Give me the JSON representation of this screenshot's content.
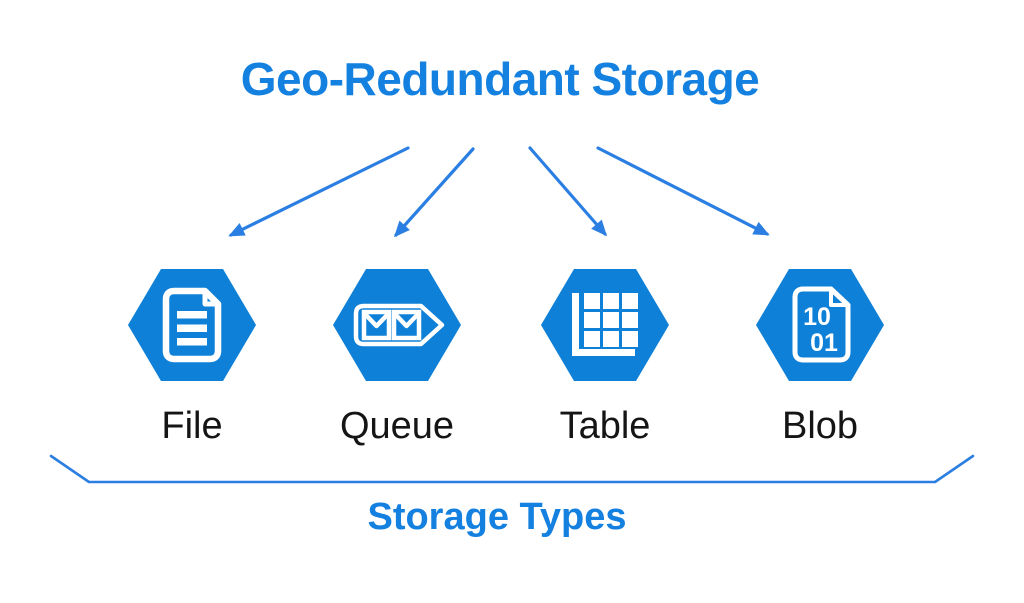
{
  "title": "Geo-Redundant Storage",
  "storage_types": [
    {
      "label": "File",
      "icon": "file-document-icon"
    },
    {
      "label": "Queue",
      "icon": "queue-messages-icon"
    },
    {
      "label": "Table",
      "icon": "table-grid-icon"
    },
    {
      "label": "Blob",
      "icon": "blob-binary-document-icon",
      "icon_text_line1": "10",
      "icon_text_line2": "01"
    }
  ],
  "arrows": {
    "count": 4,
    "direction": "from title fanning down to each storage hexagon"
  },
  "footer": {
    "label": "Storage Types"
  },
  "colors": {
    "background": "#ffffff",
    "title_text": "#1480df",
    "hexagon_fill": "#0f80d7",
    "icon_stroke": "#ffffff",
    "arrow": "#2b7fe2",
    "bracket": "#2b7fe2",
    "label_text": "#151515"
  }
}
